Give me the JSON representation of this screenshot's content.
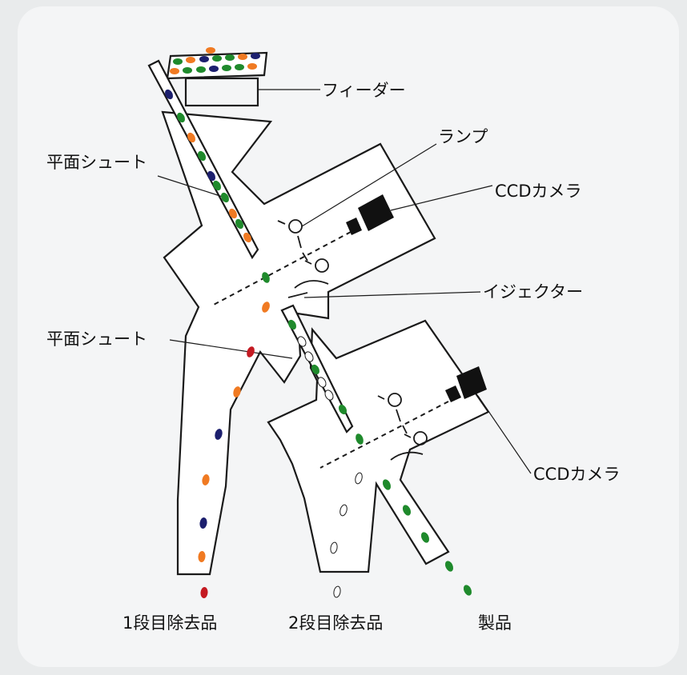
{
  "labels": {
    "feeder": "フィーダー",
    "lamp": "ランプ",
    "ccd_camera_1": "CCDカメラ",
    "flat_chute_1": "平面シュート",
    "ejector": "イジェクター",
    "flat_chute_2": "平面シュート",
    "ccd_camera_2": "CCDカメラ",
    "output_reject_1": "1段目除去品",
    "output_reject_2": "2段目除去品",
    "output_product": "製品"
  },
  "colors": {
    "background": "#e9ebec",
    "panel": "#f4f5f6",
    "outline": "#1a1a1a",
    "green": "#1f8a2c",
    "orange": "#f07a22",
    "navy": "#1c1f6e",
    "red": "#c41a22",
    "white": "#ffffff"
  }
}
